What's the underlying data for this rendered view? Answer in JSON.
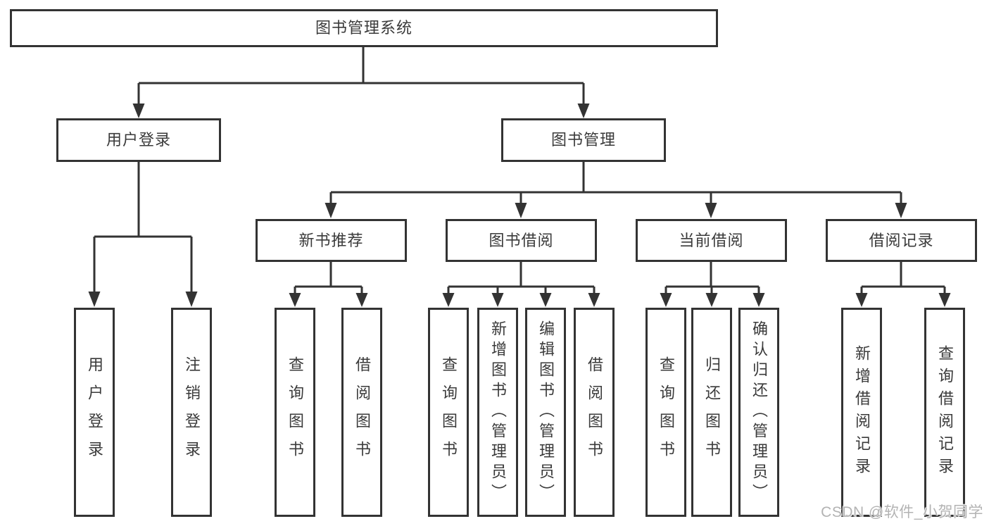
{
  "tree": {
    "label": "图书管理系统",
    "children": [
      {
        "label": "用户登录",
        "children": [
          {
            "label": "用户登录"
          },
          {
            "label": "注销登录"
          }
        ]
      },
      {
        "label": "图书管理",
        "children": [
          {
            "label": "新书推荐",
            "children": [
              {
                "label": "查询图书"
              },
              {
                "label": "借阅图书"
              }
            ]
          },
          {
            "label": "图书借阅",
            "children": [
              {
                "label": "查询图书"
              },
              {
                "label": "新增图书（管理员）"
              },
              {
                "label": "编辑图书（管理员）"
              },
              {
                "label": "借阅图书"
              }
            ]
          },
          {
            "label": "当前借阅",
            "children": [
              {
                "label": "查询图书"
              },
              {
                "label": "归还图书"
              },
              {
                "label": "确认归还（管理员）"
              }
            ]
          },
          {
            "label": "借阅记录",
            "children": [
              {
                "label": "新增借阅记录"
              },
              {
                "label": "查询借阅记录"
              }
            ]
          }
        ]
      }
    ]
  },
  "watermark": "CSDN @软件_小贺同学",
  "colors": {
    "line": "#333333",
    "text": "#3a3a3a",
    "background": "#ffffff",
    "watermark": "#b3b3b3"
  }
}
